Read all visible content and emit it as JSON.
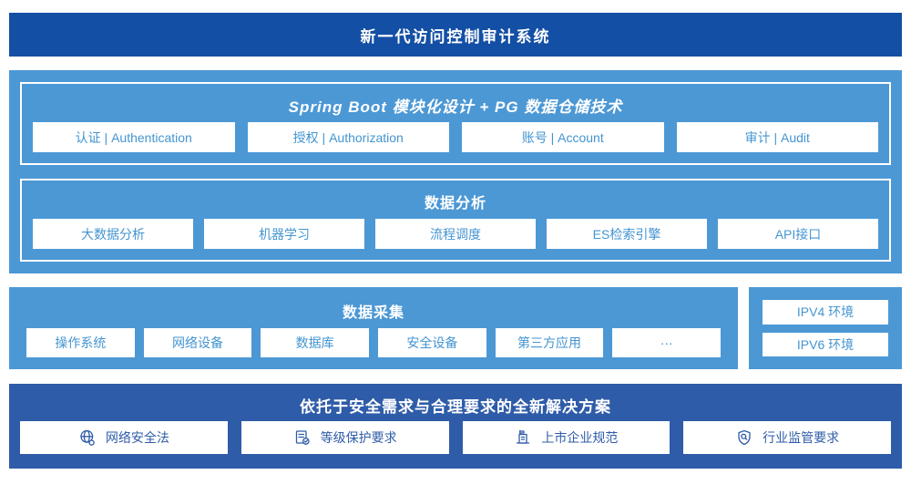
{
  "colors": {
    "banner_dark_blue": "#134FA4",
    "panel_sky_blue": "#4C98D5",
    "solution_dark_blue": "#2F5CA8",
    "box_text_blue": "#4495D1",
    "box_background": "#ffffff"
  },
  "banner": {
    "title": "新一代访问控制审计系统"
  },
  "platform": {
    "modules_group": {
      "title": "Spring Boot 模块化设计 + PG 数据仓储技术",
      "items": [
        {
          "label": "认证 | Authentication"
        },
        {
          "label": "授权 | Authorization"
        },
        {
          "label": "账号 | Account"
        },
        {
          "label": "审计 | Audit"
        }
      ]
    },
    "analysis_group": {
      "title": "数据分析",
      "items": [
        {
          "label": "大数据分析"
        },
        {
          "label": "机器学习"
        },
        {
          "label": "流程调度"
        },
        {
          "label": "ES检索引擎"
        },
        {
          "label": "API接口"
        }
      ]
    }
  },
  "collection": {
    "title": "数据采集",
    "items": [
      {
        "label": "操作系统"
      },
      {
        "label": "网络设备"
      },
      {
        "label": "数据库"
      },
      {
        "label": "安全设备"
      },
      {
        "label": "第三方应用"
      },
      {
        "label": "···"
      }
    ]
  },
  "environment": {
    "items": [
      {
        "label": "IPV4 环境"
      },
      {
        "label": "IPV6 环境"
      }
    ]
  },
  "solution": {
    "title": "依托于安全需求与合理要求的全新解决方案",
    "items": [
      {
        "icon": "globe-icon",
        "label": "网络安全法"
      },
      {
        "icon": "document-check-icon",
        "label": "等级保护要求"
      },
      {
        "icon": "building-icon",
        "label": "上市企业规范"
      },
      {
        "icon": "shield-search-icon",
        "label": "行业监管要求"
      }
    ]
  }
}
